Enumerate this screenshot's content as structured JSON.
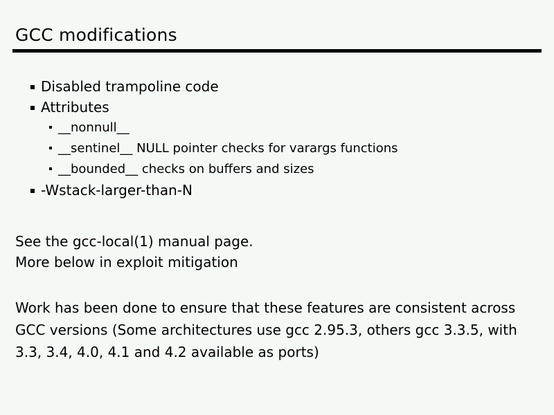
{
  "slide": {
    "title": "GCC modifications",
    "bullets": [
      {
        "level": 1,
        "text": "Disabled trampoline code"
      },
      {
        "level": 1,
        "text": "Attributes"
      },
      {
        "level": 2,
        "text": "__nonnull__"
      },
      {
        "level": 2,
        "text": "__sentinel__ NULL pointer checks for varargs functions"
      },
      {
        "level": 2,
        "text": "__bounded__ checks on buffers and sizes"
      },
      {
        "level": 1,
        "text": "-Wstack-larger-than-N"
      }
    ],
    "notes": [
      "See the gcc-local(1) manual page.",
      "More below in exploit mitigation"
    ],
    "body": [
      "Work has been done to ensure that these features are consistent across",
      "GCC versions (Some architectures use gcc 2.95.3, others gcc 3.3.5, with",
      "3.3, 3.4, 4.0, 4.1 and 4.2 available as ports)"
    ],
    "colors": {
      "background": "#f5f9f6",
      "text": "#000000",
      "rule": "#000000"
    }
  }
}
